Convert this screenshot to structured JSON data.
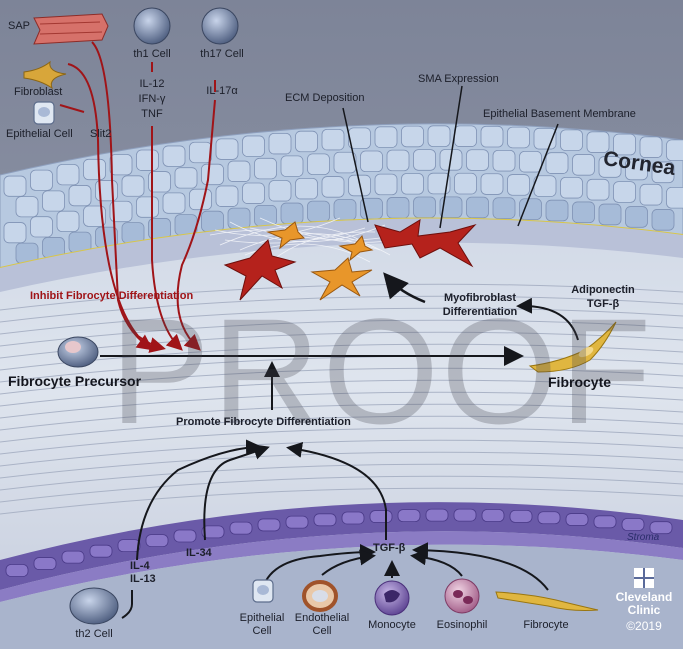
{
  "labels": {
    "sap": "SAP",
    "fibroblast": "Fibroblast",
    "epithelial_cell": "Epithelial Cell",
    "slit2": "Slit2",
    "th1_cell": "th1 Cell",
    "th1_cytokines": [
      "IL-12",
      "IFN-γ",
      "TNF"
    ],
    "th17_cell": "th17 Cell",
    "il17a": "IL-17α",
    "ecm_deposition": "ECM Deposition",
    "sma_expression": "SMA Expression",
    "epithelial_basement_membrane": "Epithelial Basement Membrane",
    "cornea": "Cornea",
    "inhibit": "Inhibit Fibrocyte Differentiation",
    "myofibroblast": [
      "Myofibroblast",
      "Differentiation"
    ],
    "adiponectin": [
      "Adiponectin",
      "TGF-β"
    ],
    "fibrocyte_precursor": "Fibrocyte Precursor",
    "fibrocyte": "Fibrocyte",
    "watermark": "PROOF",
    "promote": "Promote Fibrocyte Differentiation",
    "stroma": "Stroma",
    "il4_il13": [
      "IL-4",
      "IL-13"
    ],
    "il34": "IL-34",
    "tgf_beta": "TGF-β",
    "th2_cell": "th2 Cell",
    "bottom_epithelial": [
      "Epithelial",
      "Cell"
    ],
    "endothelial": [
      "Endothelial",
      "Cell"
    ],
    "monocyte": "Monocyte",
    "eosinophil": "Eosinophil",
    "bottom_fibrocyte": "Fibrocyte"
  },
  "logo": {
    "name": [
      "Cleveland",
      "Clinic"
    ],
    "year": "©2019"
  },
  "colors": {
    "inhibit_red": "#a01418",
    "arrow_black": "#15171c",
    "myofibroblast_red": "#b5221c",
    "fibrocyte_orange": "#e8962a",
    "epithelium_blue": "#b7c9e0",
    "stroma_purple": "#6a5aa8"
  }
}
